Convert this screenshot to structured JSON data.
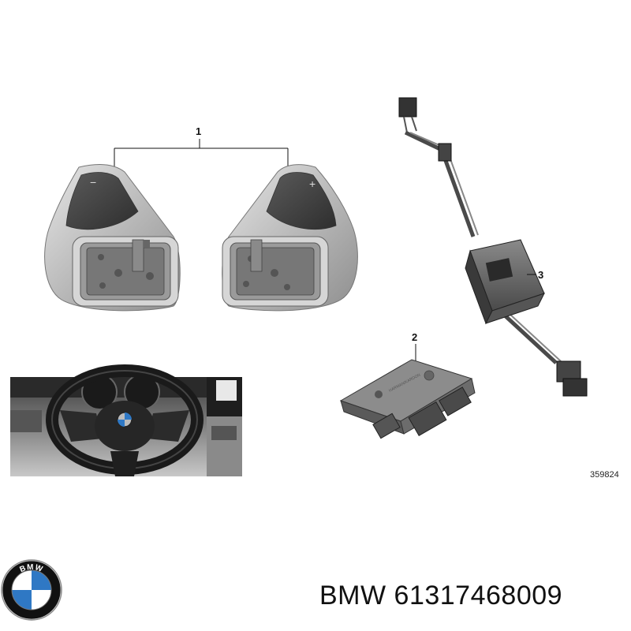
{
  "diagram": {
    "callouts": [
      {
        "id": "1",
        "label": "1"
      },
      {
        "id": "2",
        "label": "2"
      },
      {
        "id": "3",
        "label": "3"
      }
    ],
    "paddle_minus_symbol": "−",
    "paddle_plus_symbol": "+",
    "reference_number": "359824"
  },
  "caption": {
    "brand": "BMW",
    "part_number": "61317468009"
  },
  "logo": {
    "brand_letters": "BMW",
    "colors": {
      "blue": "#2f78c4",
      "white": "#ffffff",
      "ring": "#111111"
    }
  }
}
